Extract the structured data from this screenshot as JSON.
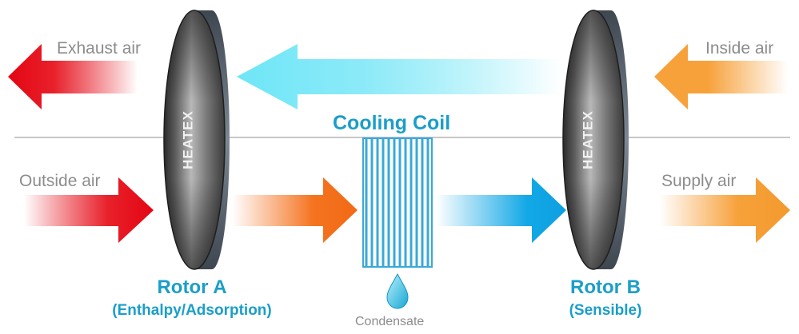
{
  "labels": {
    "exhaust_air": "Exhaust air",
    "inside_air": "Inside air",
    "outside_air": "Outside air",
    "supply_air": "Supply air",
    "cooling_coil": "Cooling Coil",
    "condensate": "Condensate"
  },
  "rotors": {
    "a": {
      "brand": "HEATEX",
      "title": "Rotor A",
      "subtitle": "(Enthalpy/Adsorption)"
    },
    "b": {
      "brand": "HEATEX",
      "title": "Rotor B",
      "subtitle": "(Sensible)"
    }
  },
  "colors": {
    "red": "#e30613",
    "orange": "#f7a13a",
    "dark_orange": "#f4731f",
    "light_cyan": "#6ee6f7",
    "blue": "#12a8e6",
    "title_blue": "#1b9ec9",
    "coil": "#3aa8d8",
    "line": "#c8c8c8"
  }
}
